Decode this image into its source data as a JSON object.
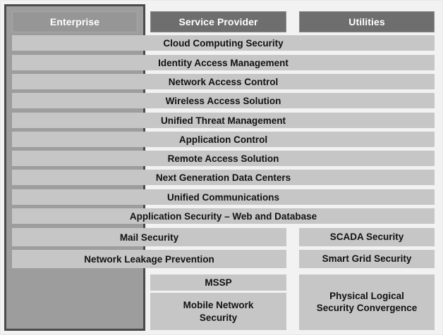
{
  "headers": [
    {
      "label": "Enterprise",
      "key": "enterprise"
    },
    {
      "label": "Service Provider",
      "key": "service_provider"
    },
    {
      "label": "Utilities",
      "key": "utilities"
    }
  ],
  "shared_all_rows": [
    "Cloud Computing Security",
    "Identity Access Management",
    "Network Access Control",
    "Wireless Access Solution",
    "Unified Threat Management",
    "Application Control",
    "Remote Access Solution",
    "Next Generation Data Centers",
    "Unified Communications",
    "Application Security –   Web and Database"
  ],
  "enterprise_sp_rows": [
    "Mail Security",
    "Network Leakage Prevention"
  ],
  "utilities_only": [
    "SCADA Security",
    "Smart Grid Security",
    "Physical Logical\nSecurity Convergence"
  ],
  "utilities_only_lines": {
    "scada": "SCADA Security",
    "smart_grid": "Smart Grid Security",
    "convergence_line1": "Physical Logical",
    "convergence_line2": "Security Convergence"
  },
  "service_provider_only": {
    "mssp": "MSSP",
    "mobile_line1": "Mobile Network",
    "mobile_line2": "Security"
  },
  "colors": {
    "page_background": "#f2f2f2",
    "enterprise_box_fill": "#9d9d9d",
    "enterprise_box_border": "#4a4a4a",
    "header_dark": "#6e6e6e",
    "header_enterprise": "#969696",
    "row_fill": "#c6c6c6",
    "text_dark": "#121212",
    "text_light": "#ffffff"
  }
}
